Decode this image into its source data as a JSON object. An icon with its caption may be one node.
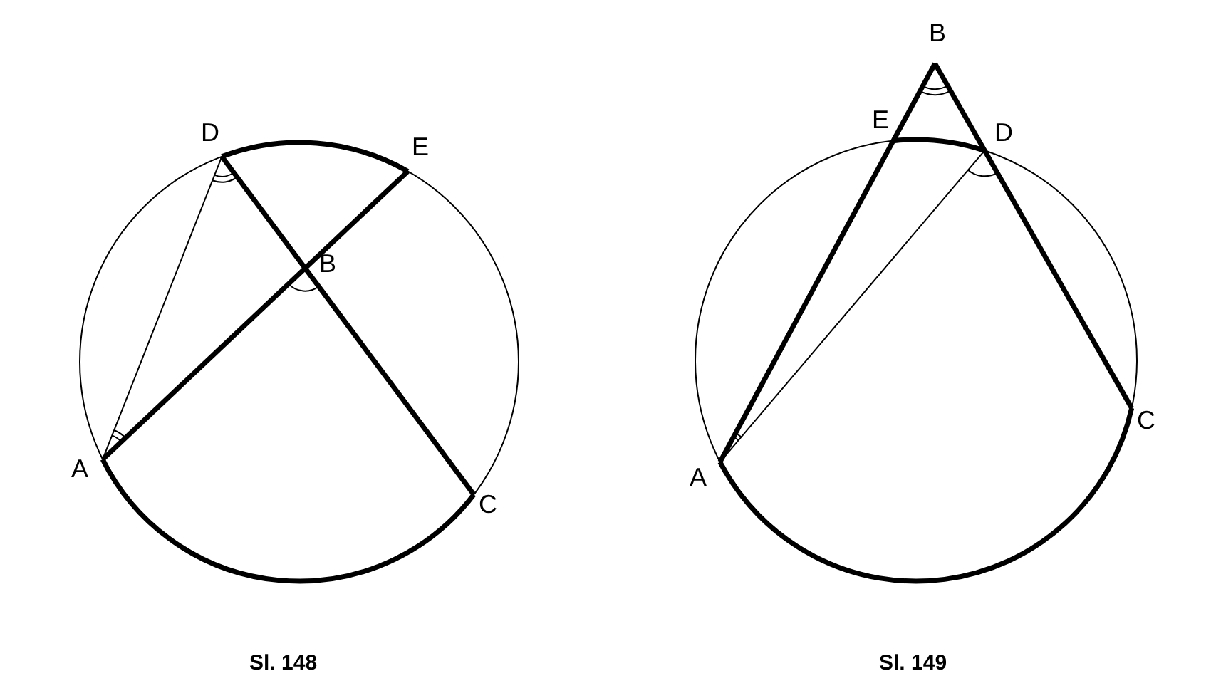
{
  "diagram": {
    "labels": [
      "D",
      "E",
      "B",
      "A",
      "C",
      "Sl. 148",
      "B",
      "E",
      "D",
      "A",
      "C",
      "Sl. 149"
    ]
  }
}
